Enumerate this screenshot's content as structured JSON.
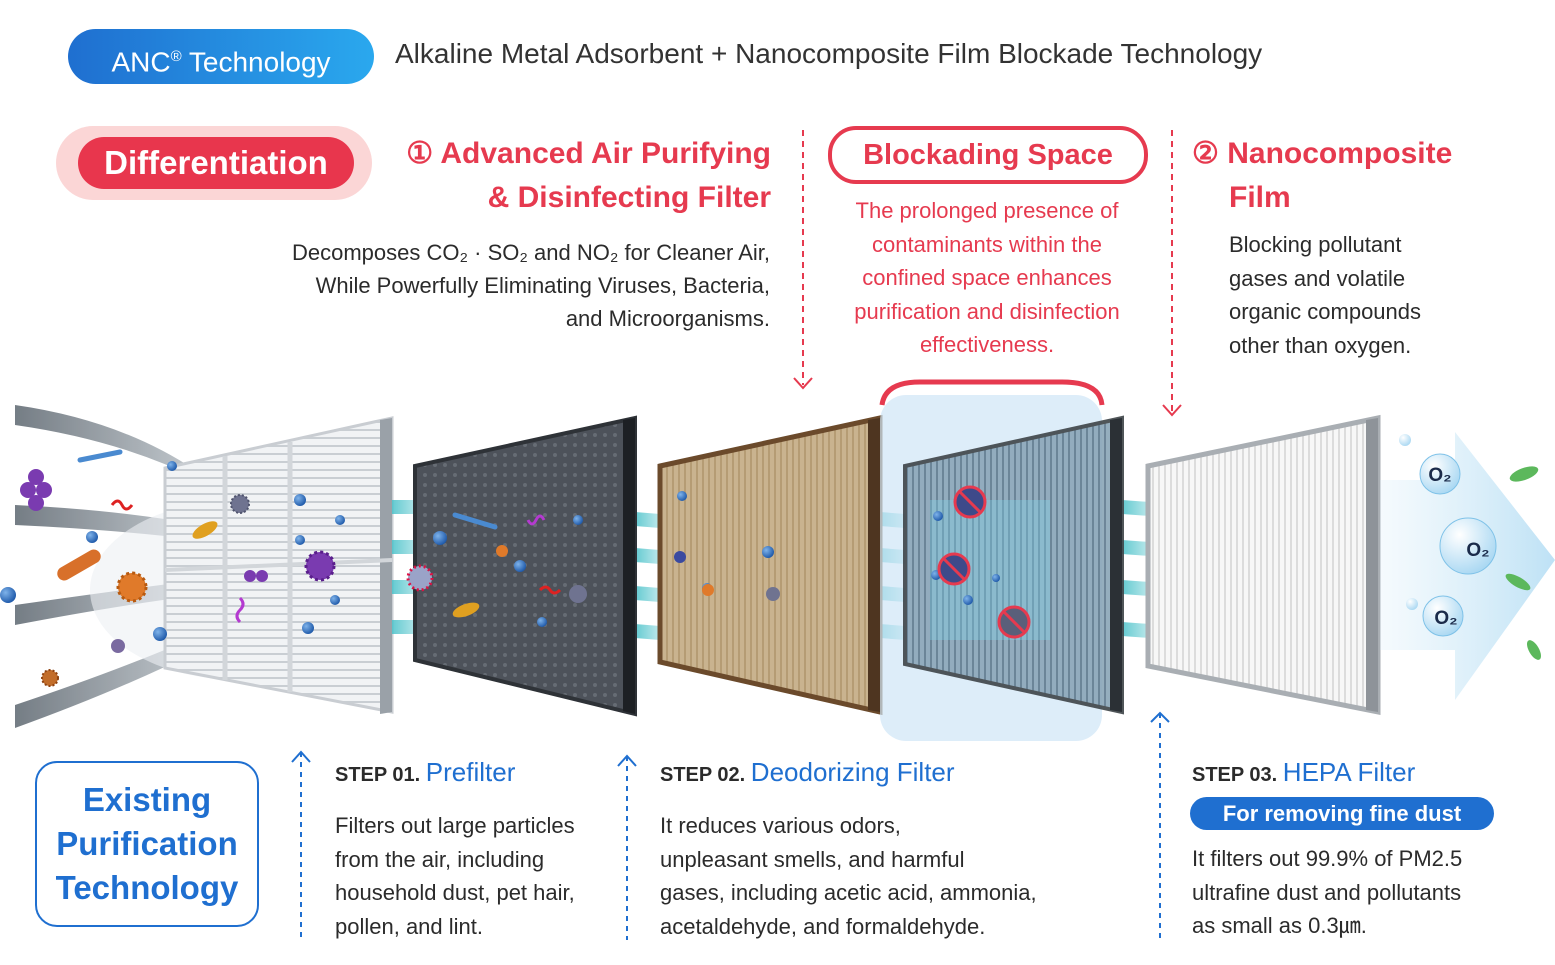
{
  "header": {
    "badge": "ANC",
    "badge_suffix": "Technology",
    "badge_mark": "®",
    "subtitle": "Alkaline Metal Adsorbent + Nanocomposite Film Blockade Technology"
  },
  "differentiation": {
    "label": "Differentiation",
    "filter1": {
      "title_line1": "① Advanced Air Purifying",
      "title_line2": "& Disinfecting Filter",
      "desc_line1": "Decomposes CO₂ · SO₂ and NO₂ for Cleaner Air,",
      "desc_line2": "While Powerfully Eliminating Viruses, Bacteria,",
      "desc_line3": "and Microorganisms."
    },
    "blockading": {
      "label": "Blockading Space",
      "desc_line1": "The prolonged presence of",
      "desc_line2": "contaminants within the",
      "desc_line3": "confined space enhances",
      "desc_line4": "purification and disinfection",
      "desc_line5": "effectiveness."
    },
    "film": {
      "title_line1": "② Nanocomposite",
      "title_line2": "Film",
      "desc_line1": "Blocking pollutant",
      "desc_line2": "gases and volatile",
      "desc_line3": "organic compounds",
      "desc_line4": "other than oxygen."
    }
  },
  "existing": {
    "line1": "Existing",
    "line2": "Purification",
    "line3": "Technology"
  },
  "steps": [
    {
      "prefix": "STEP 01.",
      "name": "Prefilter",
      "lines": [
        "Filters out large particles",
        "from the air, including",
        "household dust, pet hair,",
        "pollen, and lint."
      ]
    },
    {
      "prefix": "STEP 02.",
      "name": "Deodorizing Filter",
      "lines": [
        "It reduces various odors,",
        "unpleasant smells, and harmful",
        "gases, including acetic acid, ammonia,",
        "acetaldehyde, and formaldehyde."
      ]
    },
    {
      "prefix": "STEP 03.",
      "name": "HEPA Filter",
      "badge": "For removing fine dust",
      "lines": [
        "It filters out 99.9% of PM2.5",
        "ultrafine dust and pollutants",
        "as small as 0.3㎛."
      ]
    }
  ],
  "oxygen": [
    "O₂",
    "O₂",
    "O₂"
  ],
  "colors": {
    "brand_blue": "#1f6fd0",
    "accent_red": "#e63a4f",
    "flow_teal": "#49c1c9",
    "deodorizer_brown": "#6b4a2b"
  },
  "icons": {
    "virus": "virus-icon",
    "bacteria": "bacteria-icon",
    "no_entry": "prohibited-icon",
    "leaf": "leaf-icon",
    "arrow": "dashed-arrow-icon"
  }
}
